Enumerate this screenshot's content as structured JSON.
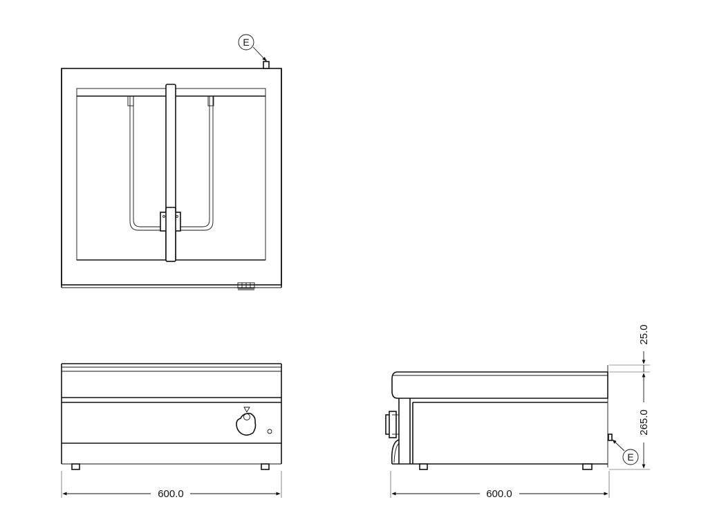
{
  "top_view": {
    "connection_label": "E"
  },
  "front_view": {
    "width_dimension": "600.0"
  },
  "side_view": {
    "width_dimension": "600.0",
    "top_thickness_dimension": "25.0",
    "body_height_dimension": "265.0",
    "connection_label": "E"
  }
}
